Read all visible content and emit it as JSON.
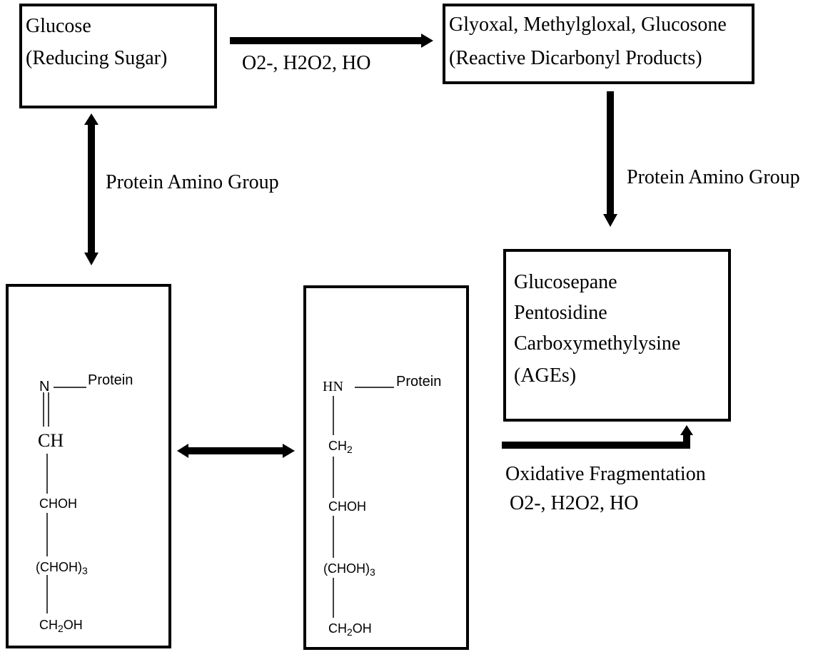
{
  "boxes": {
    "glucose": {
      "line1": "Glucose",
      "line2": "(Reducing Sugar)"
    },
    "dicarbonyl": {
      "line1": "Glyoxal, Methylgloxal, Glucosone",
      "line2": "(Reactive Dicarbonyl Products)"
    },
    "ages": {
      "line1": "Glucosepane",
      "line2": "Pentosidine",
      "line3": "Carboxymethylysine",
      "line4": "(AGEs)"
    }
  },
  "labels": {
    "oxidants_top": "O2-, H2O2, HO",
    "protein_amino_left": "Protein Amino Group",
    "protein_amino_right": "Protein Amino Group",
    "oxidative_fragmentation": "Oxidative Fragmentation",
    "oxidants_bottom": "O2-, H2O2, HO"
  },
  "schiff_base": {
    "n": "N",
    "protein": "Protein",
    "ch": "CH",
    "choh": "CHOH",
    "chain": "(CHOH)",
    "chain_sub": "3",
    "ch2oh_a": "CH",
    "ch2oh_sub": "2",
    "ch2oh_b": "OH"
  },
  "amadori": {
    "hn": "HN",
    "protein": "Protein",
    "ch2_a": "CH",
    "ch2_sub": "2",
    "choh": "CHOH",
    "chain": "(CHOH)",
    "chain_sub": "3",
    "ch2oh_a": "CH",
    "ch2oh_sub": "2",
    "ch2oh_b": "OH"
  }
}
